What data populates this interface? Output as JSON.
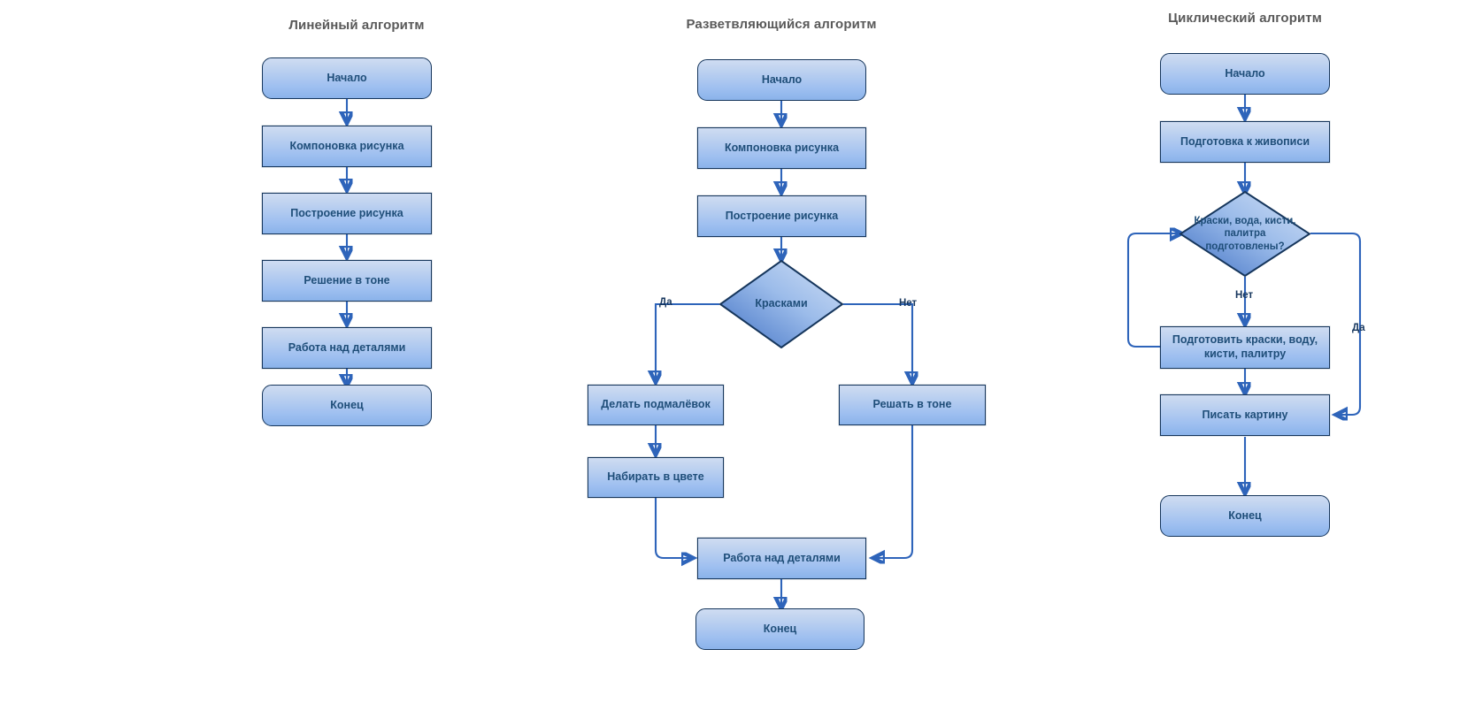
{
  "page": {
    "background": "#ffffff",
    "accent": "#2e64ba",
    "node_fill_top": "#cfdcf2",
    "node_fill_bottom": "#8ab3ea",
    "node_border": "#16365c",
    "text_color": "#1f4e79",
    "title_color": "#595959"
  },
  "columns": [
    {
      "id": "linear",
      "title": "Линейный алгоритм",
      "nodes": [
        {
          "id": "l1",
          "type": "terminator",
          "label": "Начало"
        },
        {
          "id": "l2",
          "type": "process",
          "label": "Компоновка рисунка"
        },
        {
          "id": "l3",
          "type": "process",
          "label": "Построение рисунка"
        },
        {
          "id": "l4",
          "type": "process",
          "label": "Решение в тоне"
        },
        {
          "id": "l5",
          "type": "process",
          "label": "Работа над деталями"
        },
        {
          "id": "l6",
          "type": "terminator",
          "label": "Конец"
        }
      ],
      "edges": [
        {
          "from": "l1",
          "to": "l2",
          "label": ""
        },
        {
          "from": "l2",
          "to": "l3",
          "label": ""
        },
        {
          "from": "l3",
          "to": "l4",
          "label": ""
        },
        {
          "from": "l4",
          "to": "l5",
          "label": ""
        },
        {
          "from": "l5",
          "to": "l6",
          "label": ""
        }
      ]
    },
    {
      "id": "branching",
      "title": "Разветвляющийся алгоритм",
      "nodes": [
        {
          "id": "b1",
          "type": "terminator",
          "label": "Начало"
        },
        {
          "id": "b2",
          "type": "process",
          "label": "Компоновка рисунка"
        },
        {
          "id": "b3",
          "type": "process",
          "label": "Построение рисунка"
        },
        {
          "id": "b4",
          "type": "decision",
          "label": "Красками"
        },
        {
          "id": "b5",
          "type": "process",
          "label": "Делать подмалёвок"
        },
        {
          "id": "b6",
          "type": "process",
          "label": "Набирать в цвете"
        },
        {
          "id": "b7",
          "type": "process",
          "label": "Решать в тоне"
        },
        {
          "id": "b8",
          "type": "process",
          "label": "Работа над деталями"
        },
        {
          "id": "b9",
          "type": "terminator",
          "label": "Конец"
        }
      ],
      "edges": [
        {
          "from": "b1",
          "to": "b2",
          "label": ""
        },
        {
          "from": "b2",
          "to": "b3",
          "label": ""
        },
        {
          "from": "b3",
          "to": "b4",
          "label": ""
        },
        {
          "from": "b4",
          "to": "b5",
          "label": "Да"
        },
        {
          "from": "b4",
          "to": "b7",
          "label": "Нет"
        },
        {
          "from": "b5",
          "to": "b6",
          "label": ""
        },
        {
          "from": "b6",
          "to": "b8",
          "label": ""
        },
        {
          "from": "b7",
          "to": "b8",
          "label": ""
        },
        {
          "from": "b8",
          "to": "b9",
          "label": ""
        }
      ]
    },
    {
      "id": "cyclic",
      "title": "Циклический алгоритм",
      "nodes": [
        {
          "id": "c1",
          "type": "terminator",
          "label": "Начало"
        },
        {
          "id": "c2",
          "type": "process",
          "label": "Подготовка к живописи"
        },
        {
          "id": "c3",
          "type": "decision",
          "label": "Краски, вода, кисти, палитра подготовлены?"
        },
        {
          "id": "c4",
          "type": "process",
          "label": "Подготовить краски, воду, кисти, палитру"
        },
        {
          "id": "c5",
          "type": "process",
          "label": "Писать картину"
        },
        {
          "id": "c6",
          "type": "terminator",
          "label": "Конец"
        }
      ],
      "edges": [
        {
          "from": "c1",
          "to": "c2",
          "label": ""
        },
        {
          "from": "c2",
          "to": "c3",
          "label": ""
        },
        {
          "from": "c3",
          "to": "c4",
          "label": "Нет"
        },
        {
          "from": "c3",
          "to": "c5",
          "label": "Да"
        },
        {
          "from": "c4",
          "to": "c3",
          "label": ""
        },
        {
          "from": "c4",
          "to": "c5",
          "label": ""
        },
        {
          "from": "c5",
          "to": "c6",
          "label": ""
        }
      ]
    }
  ],
  "decision_labels": {
    "branch_yes": "Да",
    "branch_no": "Нет",
    "cycle_no": "Нет",
    "cycle_yes": "Да"
  }
}
